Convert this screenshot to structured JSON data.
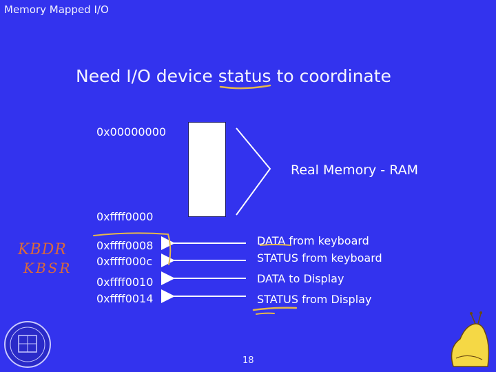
{
  "header": {
    "course_title": "Memory Mapped I/O"
  },
  "slide": {
    "title": "Need I/O device status to coordinate",
    "memory": {
      "start_address": "0x00000000",
      "end_address": "0xffff0000",
      "region_label": "Real Memory - RAM"
    },
    "io_registers": [
      {
        "address": "0xffff0008",
        "description": "DATA from keyboard"
      },
      {
        "address": "0xffff000c",
        "description": "STATUS from keyboard"
      },
      {
        "address": "0xffff0010",
        "description": "DATA to Display"
      },
      {
        "address": "0xffff0014",
        "description": "STATUS from Display"
      }
    ],
    "handwritten_notes": [
      "KBDR",
      "KBSR"
    ],
    "page_number": "18"
  },
  "colors": {
    "background": "#3333ee",
    "text": "#ffffff",
    "highlight_annotation": "#e6b84a",
    "note_ink": "#d96a3a"
  }
}
